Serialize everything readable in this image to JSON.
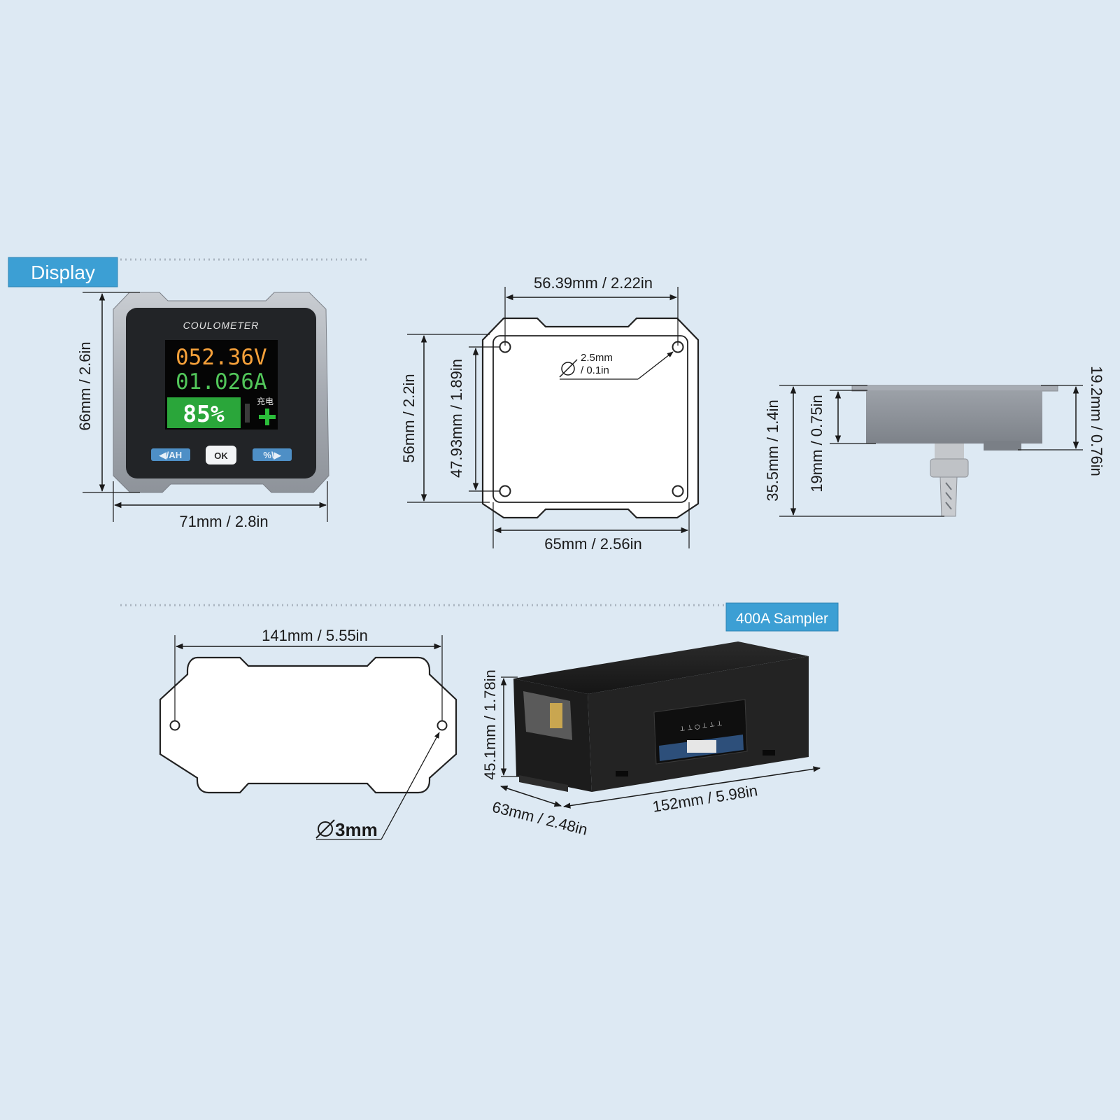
{
  "tags": {
    "display": "Display",
    "sampler": "400A Sampler"
  },
  "display_front": {
    "brand": "COULOMETER",
    "voltage": "052.36V",
    "current": "01.026A",
    "percent": "85%",
    "charge_label": "充电",
    "buttons": [
      "◀/AH",
      "OK",
      "%\\▶"
    ],
    "width_label": "71mm / 2.8in",
    "height_label": "66mm / 2.6in"
  },
  "display_back": {
    "top_label": "56.39mm / 2.22in",
    "bottom_label": "65mm / 2.56in",
    "outer_height_label": "56mm / 2.2in",
    "inner_height_label": "47.93mm / 1.89in",
    "hole_diameter_mm": "2.5mm",
    "hole_diameter_in": "/ 0.1in"
  },
  "display_side": {
    "total_label": "35.5mm / 1.4in",
    "body_label": "19mm / 0.75in",
    "depth_label": "19.2mm / 0.76in"
  },
  "sampler_outline": {
    "width_label": "141mm / 5.55in",
    "hole_label": "3mm"
  },
  "sampler_box": {
    "height_label": "45.1mm / 1.78in",
    "depth_label": "63mm / 2.48in",
    "length_label": "152mm / 5.98in"
  },
  "colors": {
    "background": "#dde9f3",
    "tag_blue": "#3c9fd4",
    "voltage_orange": "#f6a13a",
    "current_green": "#52c75a",
    "battery_green": "#2aa63a"
  }
}
